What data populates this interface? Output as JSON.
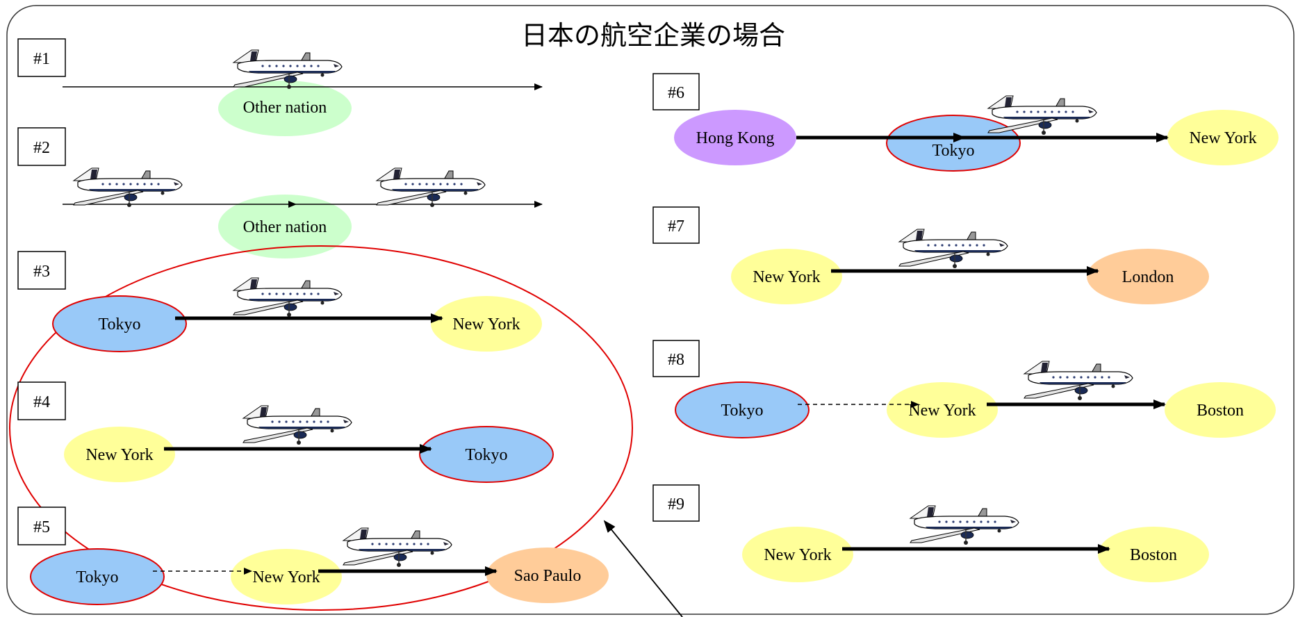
{
  "title": "日本の航空企業の場合",
  "cases": [
    {
      "id": "#1",
      "nodes": [
        "Other nation"
      ]
    },
    {
      "id": "#2",
      "nodes": [
        "Other nation"
      ]
    },
    {
      "id": "#3",
      "nodes": [
        "Tokyo",
        "New York"
      ]
    },
    {
      "id": "#4",
      "nodes": [
        "New York",
        "Tokyo"
      ]
    },
    {
      "id": "#5",
      "nodes": [
        "Tokyo",
        "New York",
        "Sao Paulo"
      ]
    },
    {
      "id": "#6",
      "nodes": [
        "Hong Kong",
        "Tokyo",
        "New York"
      ]
    },
    {
      "id": "#7",
      "nodes": [
        "New York",
        "London"
      ]
    },
    {
      "id": "#8",
      "nodes": [
        "Tokyo",
        "New York",
        "Boston"
      ]
    },
    {
      "id": "#9",
      "nodes": [
        "New York",
        "Boston"
      ]
    }
  ],
  "colors": {
    "tokyo": "#99C9F8",
    "new_york": "#FFFF99",
    "other_nation": "#CCFFCC",
    "hong_kong": "#CC99FF",
    "london_sao_paulo": "#FFCC99",
    "highlight": "#E00000"
  }
}
